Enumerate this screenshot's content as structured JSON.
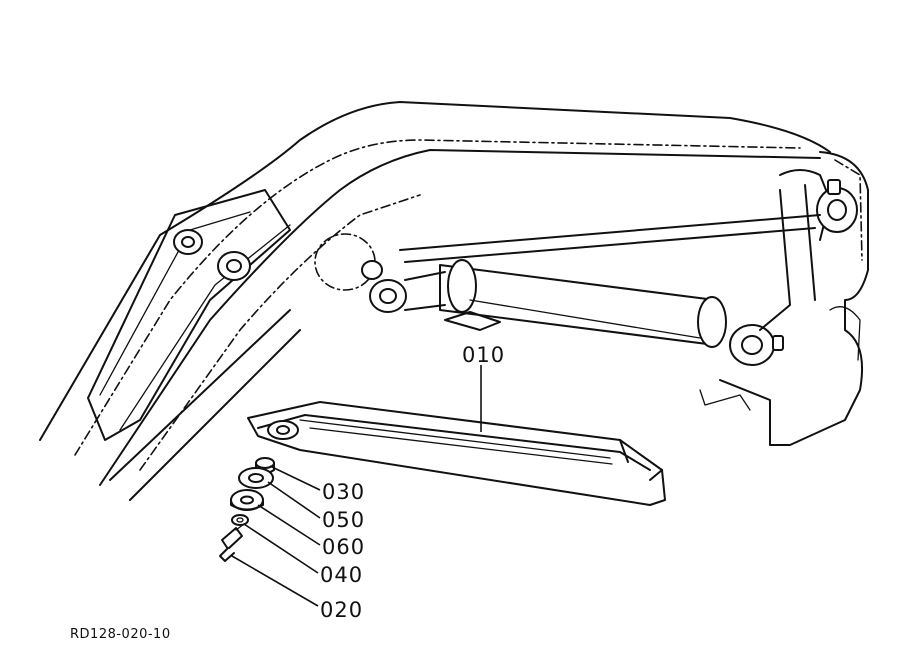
{
  "diagram": {
    "callouts": [
      {
        "id": "part-010",
        "text": "010"
      },
      {
        "id": "part-030",
        "text": "030"
      },
      {
        "id": "part-050",
        "text": "050"
      },
      {
        "id": "part-060",
        "text": "060"
      },
      {
        "id": "part-040",
        "text": "040"
      },
      {
        "id": "part-020",
        "text": "020"
      }
    ],
    "reference_code": "RD128-020-10"
  }
}
